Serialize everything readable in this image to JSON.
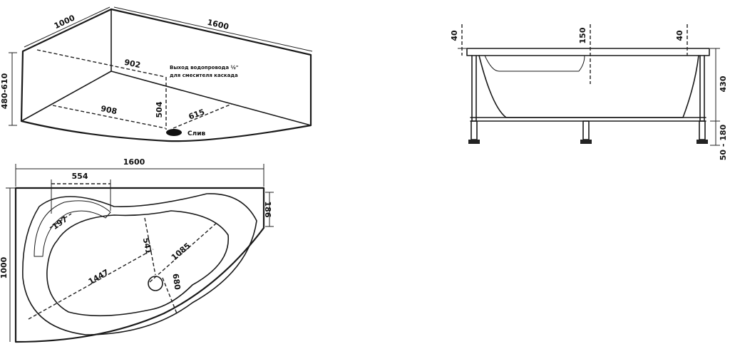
{
  "top_view": {
    "dims": {
      "back_short": "1000",
      "back_long": "1600",
      "height_range": "480-610",
      "inner_902": "902",
      "inner_908": "908",
      "inner_504": "504",
      "inner_615": "615"
    },
    "water_outlet_note_line1": "Выход водопровода ½\"",
    "water_outlet_note_line2": "для смесителя каскада",
    "drain_label": "Слив"
  },
  "plan_view": {
    "dims": {
      "overall_width": "1600",
      "overall_depth": "1000",
      "seat_width": "554",
      "side_186": "186",
      "seat_197": "197",
      "inner_541": "541",
      "inner_1085": "1085",
      "inner_1447": "1447",
      "inner_680": "680"
    }
  },
  "side_view": {
    "dims": {
      "rim_left": "40",
      "seat_depth": "150",
      "rim_right": "40",
      "tub_height": "430",
      "legs_range": "50 - 180"
    }
  }
}
